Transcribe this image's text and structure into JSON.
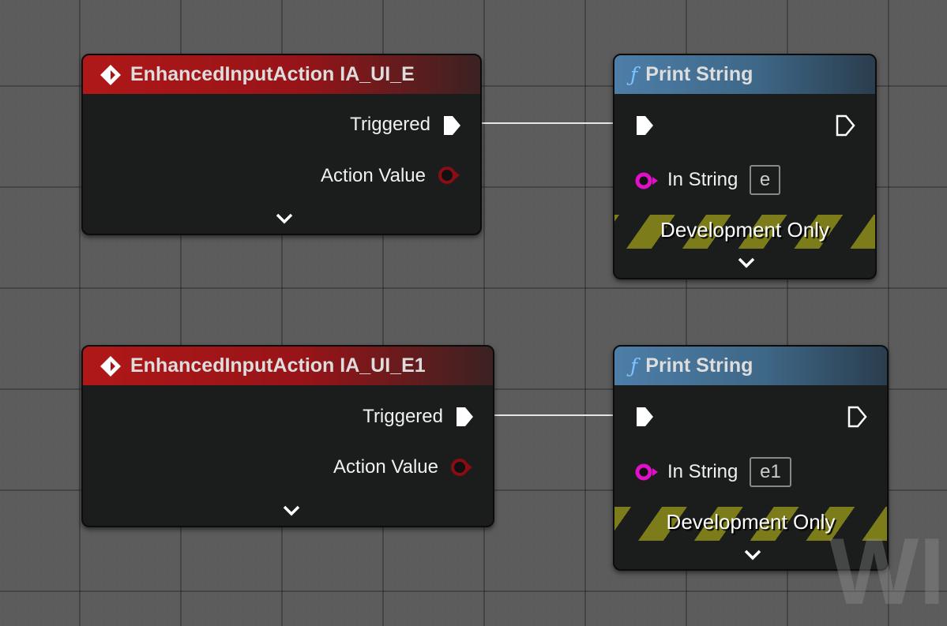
{
  "nodes": [
    {
      "title": "EnhancedInputAction IA_UI_E",
      "triggered": "Triggered",
      "action_value": "Action Value"
    },
    {
      "title": "EnhancedInputAction IA_UI_E1",
      "triggered": "Triggered",
      "action_value": "Action Value"
    }
  ],
  "print_nodes": [
    {
      "title": "Print String",
      "in_string_label": "In String",
      "in_string_value": "e",
      "dev_only": "Development Only"
    },
    {
      "title": "Print String",
      "in_string_label": "In String",
      "in_string_value": "e1",
      "dev_only": "Development Only"
    }
  ],
  "watermark": "WI",
  "colors": {
    "event_header": "#b01818",
    "function_header": "#4d7ea8",
    "string_pin": "#e010c8",
    "struct_pin": "#8a0c14"
  }
}
